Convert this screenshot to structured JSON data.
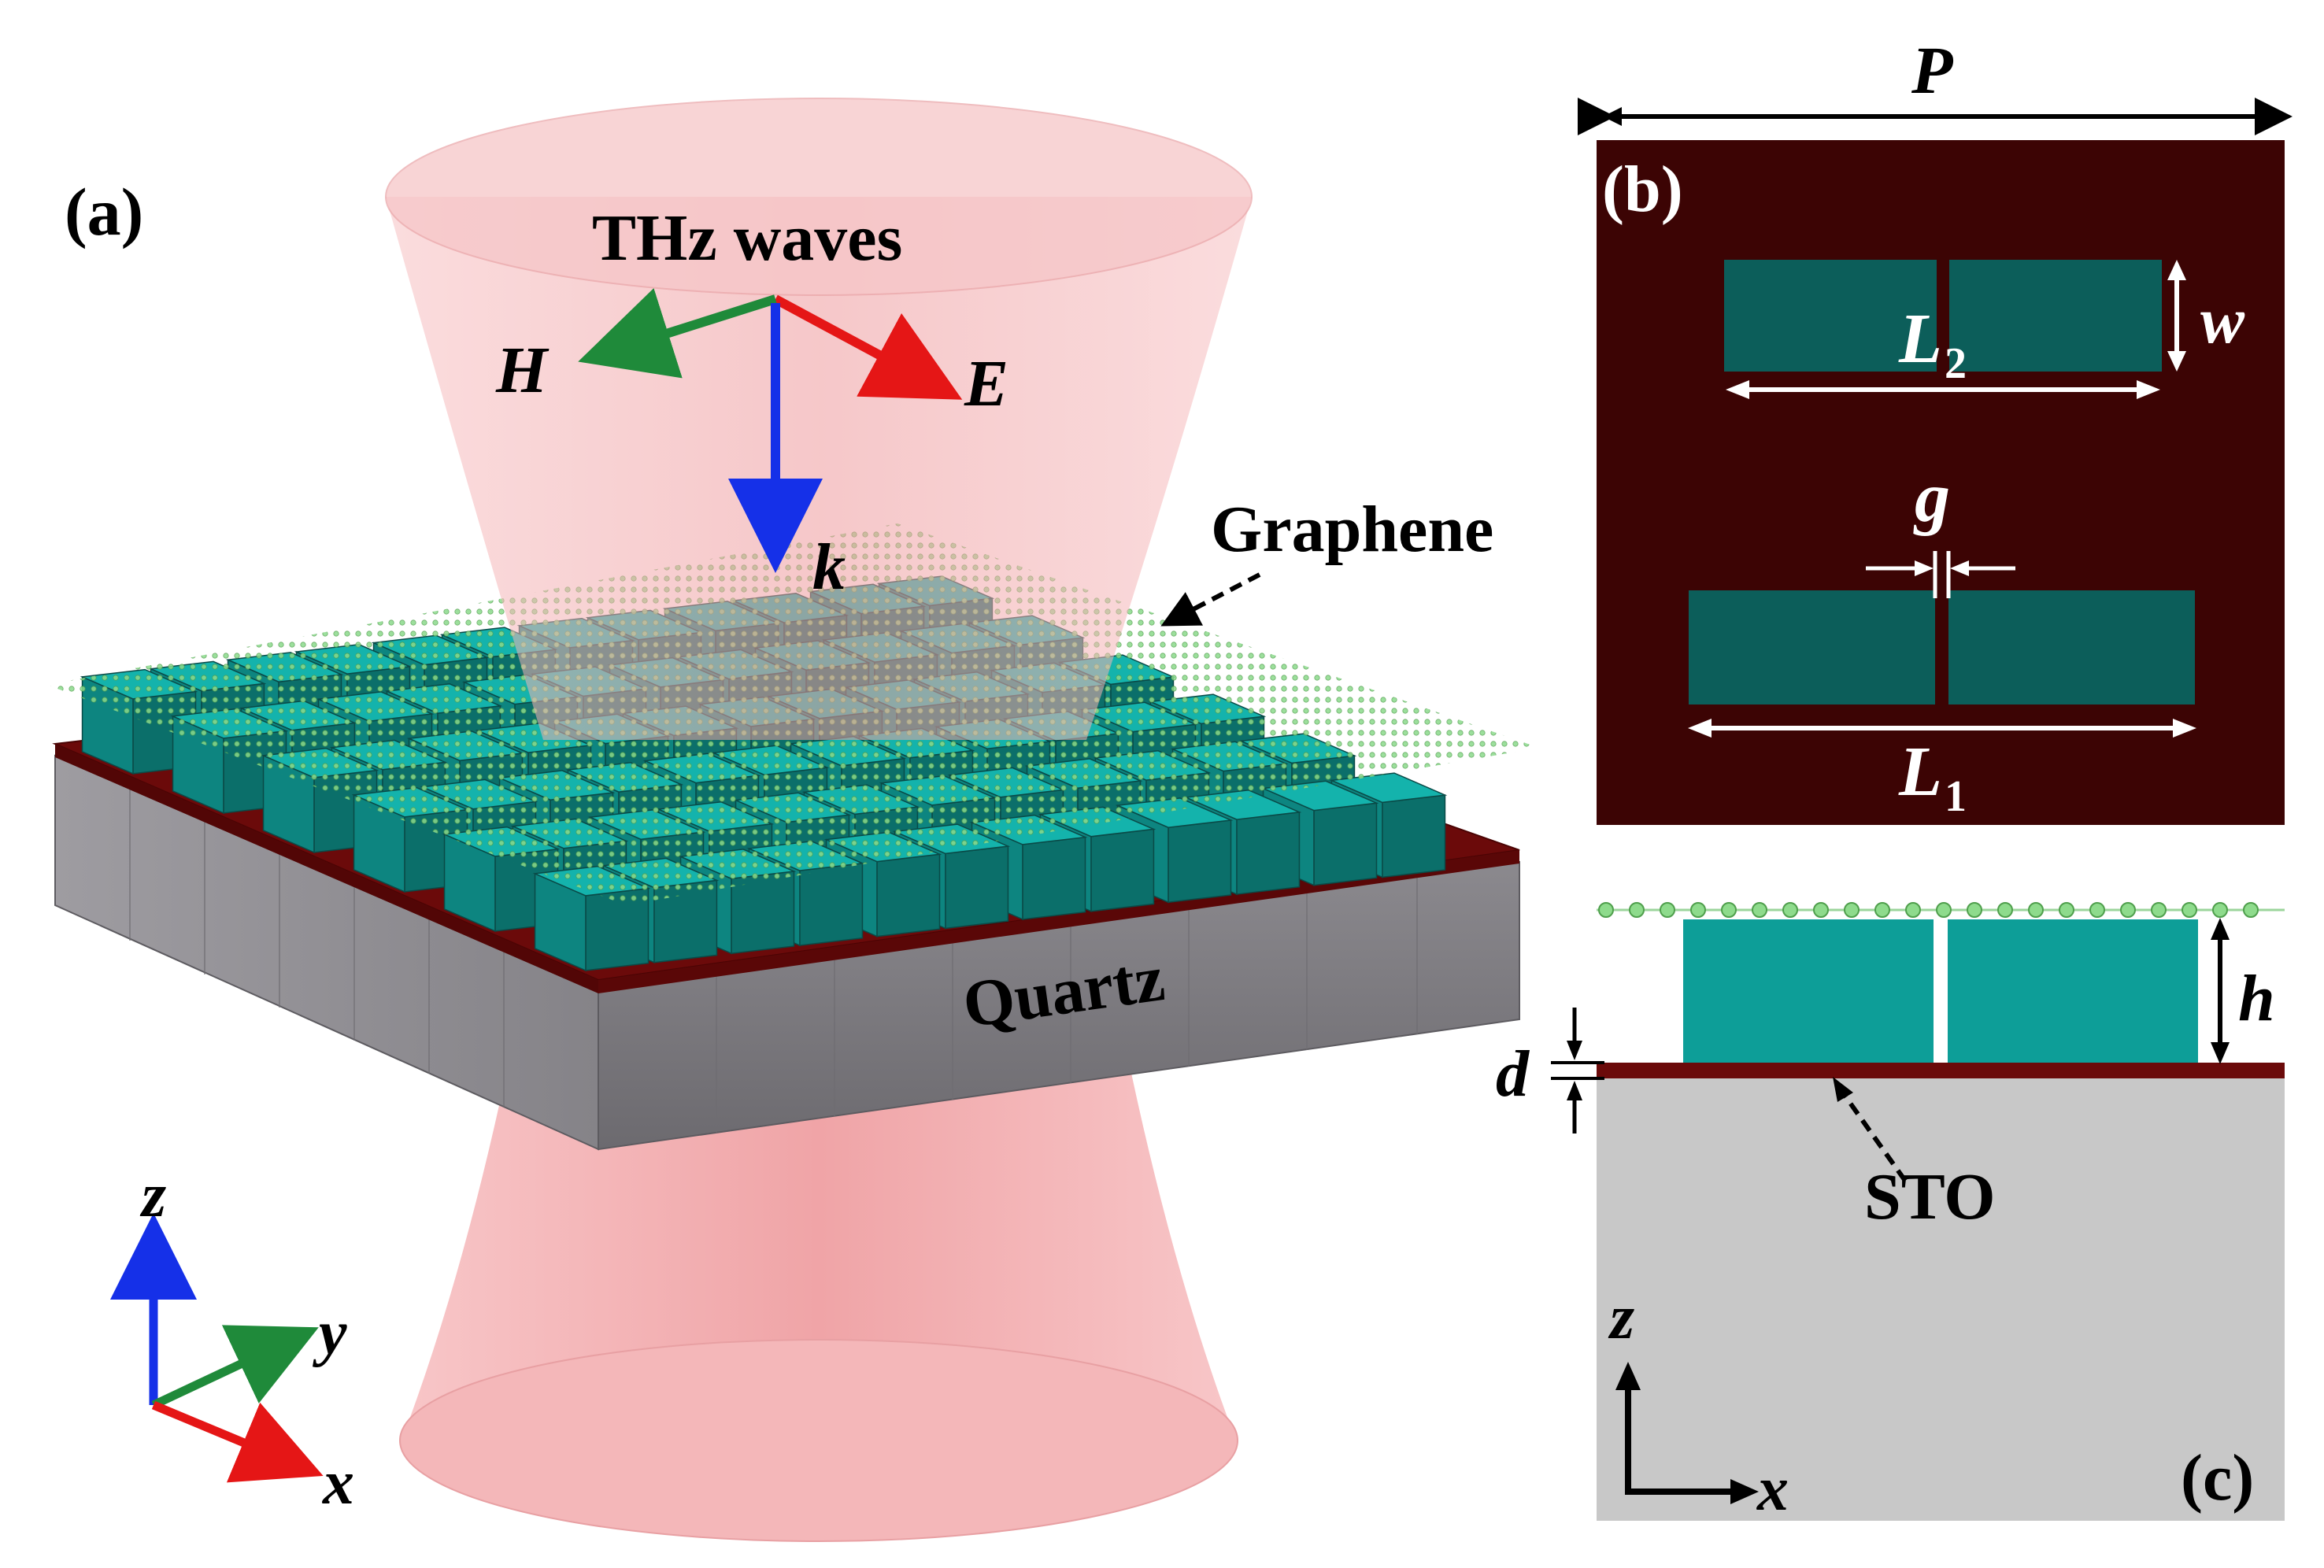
{
  "panels": {
    "a": {
      "label": "(a)",
      "wave_title": "THz waves",
      "field_H": "H",
      "field_E": "E",
      "wave_vector": "k",
      "graphene_label": "Graphene",
      "substrate_label": "Quartz",
      "axis_z": "z",
      "axis_y": "y",
      "axis_x": "x"
    },
    "b": {
      "label": "(b)",
      "period": "P",
      "width": "w",
      "length_top": "L",
      "length_top_sub": "2",
      "length_bottom": "L",
      "length_bottom_sub": "1",
      "gap": "g"
    },
    "c": {
      "label": "(c)",
      "height": "h",
      "thickness": "d",
      "layer_label": "STO",
      "axis_z": "z",
      "axis_x": "x"
    }
  },
  "colors": {
    "beam": "#f2a2a4",
    "graphene": "#7fd07a",
    "resonator": "#0d9e98",
    "resonator_dark": "#0c5e5a",
    "sto": "#6b0a0a",
    "unit_cell_background": "#3c0404",
    "quartz": "#7d7b80",
    "side_substrate": "#c8c8c8",
    "field_E": "#e51616",
    "field_H": "#1f8a3a",
    "wave_vector": "#1530e8"
  }
}
